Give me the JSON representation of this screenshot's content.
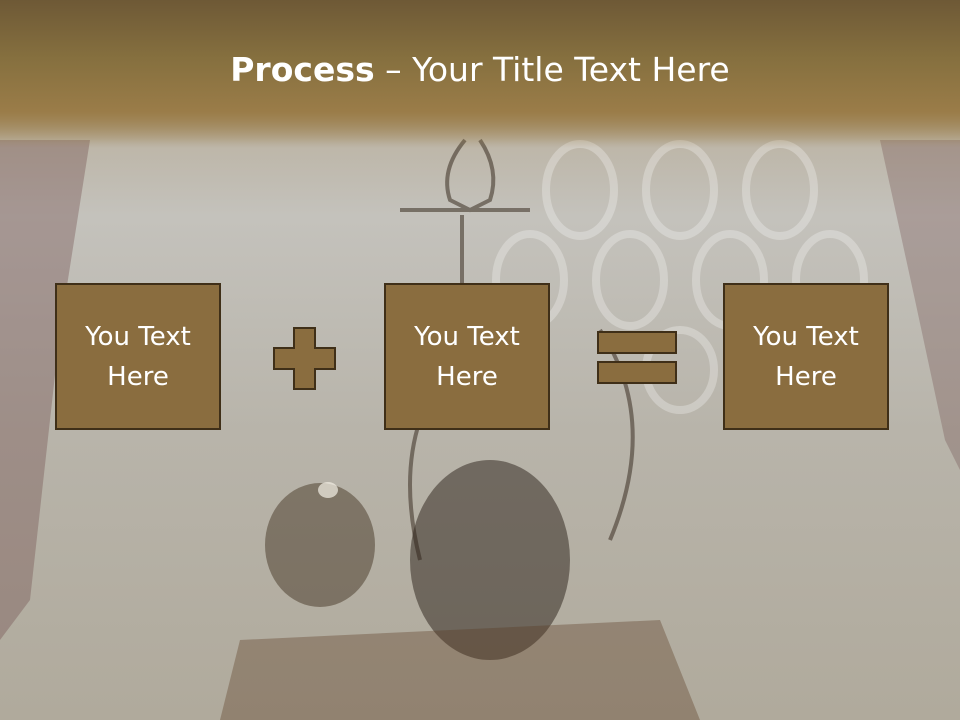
{
  "title": {
    "bold": "Process",
    "separator": " – ",
    "rest": "Your Title Text Here"
  },
  "boxes": [
    {
      "label": "You Text Here"
    },
    {
      "label": "You Text Here"
    },
    {
      "label": "You Text Here"
    }
  ],
  "operators": {
    "first": "plus-sign",
    "second": "equals-sign"
  },
  "colors": {
    "box_fill": "#8a6d3f",
    "box_border": "#3f2f18",
    "title_band": "#86703f",
    "background": "#c4c2bc"
  }
}
